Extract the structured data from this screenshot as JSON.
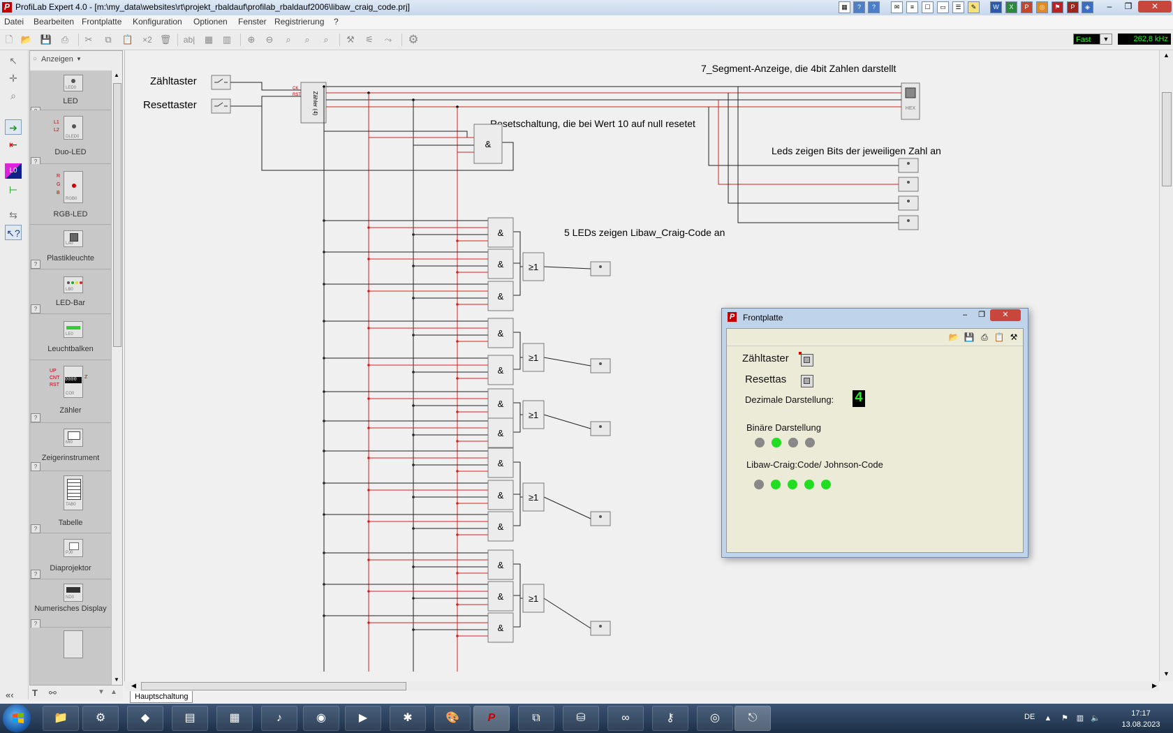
{
  "window": {
    "title": "ProfiLab Expert 4.0 - [m:\\my_data\\websites\\rt\\projekt_rbaldauf\\profilab_rbaldauf2006\\libaw_craig_code.prj]"
  },
  "menu": [
    "Datei",
    "Bearbeiten",
    "Frontplatte",
    "Konfiguration",
    "Optionen",
    "Fenster",
    "Registrierung",
    "?"
  ],
  "toolbar": {
    "copy_count": "×2",
    "text_tool": "ab|",
    "speed": "Fast",
    "frequency": "262,8 kHz"
  },
  "palette": {
    "filter_label": "Anzeigen",
    "items": [
      {
        "label": "LED",
        "sub": "LED0"
      },
      {
        "label": "Duo-LED",
        "sub": "DLED0"
      },
      {
        "label": "RGB-LED",
        "sub": "RGB0"
      },
      {
        "label": "Plastikleuchte",
        "sub": "LA0"
      },
      {
        "label": "LED-Bar",
        "sub": "LB0"
      },
      {
        "label": "Leuchtbalken",
        "sub": "LE0"
      },
      {
        "label": "Zähler",
        "sub": "CO0"
      },
      {
        "label": "Zeigerinstrument",
        "sub": "MI0"
      },
      {
        "label": "Tabelle",
        "sub": "TAB0"
      },
      {
        "label": "Diaprojektor",
        "sub": "PJ0"
      },
      {
        "label": "Numerisches Display",
        "sub": "ND0"
      }
    ],
    "counter_pins": [
      "UP",
      "CNT",
      "RST"
    ],
    "rgb_pins": [
      "R",
      "G",
      "B"
    ],
    "duo_pins": [
      "L1",
      "L2"
    ]
  },
  "canvas": {
    "labels": {
      "zaehltaster": "Zähltaster",
      "resettaster": "Resettaster",
      "segment": "7_Segment-Anzeige, die 4bit Zahlen darstellt",
      "reset_circuit": "Resetschaltung, die bei Wert 10 auf null  resetet",
      "leds_bits": "Leds zeigen Bits der jeweiligen Zahl an",
      "leds_libaw": "5 LEDs zeigen Libaw_Craig-Code an"
    },
    "and_symbol": "&",
    "or_symbol": "≥1",
    "counter_text": "Zähler (4)",
    "tab": "Hauptschaltung"
  },
  "frontplatte": {
    "title": "Frontplatte",
    "zaehltaster": "Zähltaster",
    "resettaster": "Resettas",
    "dezimal_label": "Dezimale Darstellung:",
    "dezimal_value": "4",
    "binaer_label": "Binäre Darstellung",
    "binaer_leds": [
      0,
      1,
      0,
      0
    ],
    "libaw_label": "Libaw-Craig:Code/ Johnson-Code",
    "libaw_leds": [
      0,
      1,
      1,
      1,
      1
    ],
    "led_on_color": "#22dd22",
    "led_off_color": "#888888"
  },
  "taskbar": {
    "lang": "DE",
    "time": "17:17",
    "date": "13.08.2023"
  }
}
